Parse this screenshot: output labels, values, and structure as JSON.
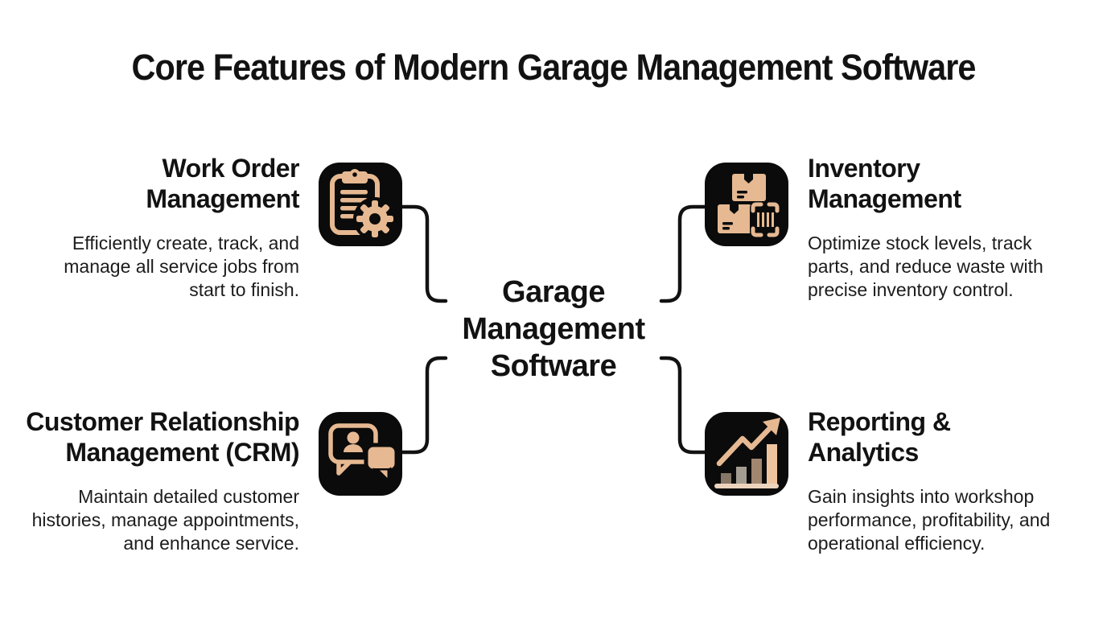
{
  "page": {
    "title": "Core Features of Modern Garage Management Software"
  },
  "center_node": {
    "label": "Garage\nManagement\nSoftware"
  },
  "features": [
    {
      "position": "top-left",
      "title": "Work Order\nManagement",
      "description": "Efficiently create, track, and manage all service jobs from start to finish.",
      "icon": "clipboard-gear-icon"
    },
    {
      "position": "top-right",
      "title": "Inventory\nManagement",
      "description": "Optimize stock levels, track parts, and reduce waste with precise inventory control.",
      "icon": "boxes-barcode-icon"
    },
    {
      "position": "bottom-left",
      "title": "Customer Relationship\nManagement (CRM)",
      "description": "Maintain detailed customer histories, manage appointments, and enhance service.",
      "icon": "chat-bubbles-icon"
    },
    {
      "position": "bottom-right",
      "title": "Reporting &\nAnalytics",
      "description": "Gain insights into workshop performance, profitability, and operational efficiency.",
      "icon": "bar-chart-arrow-icon"
    }
  ],
  "colors": {
    "background": "#ffffff",
    "ink": "#121212",
    "text": "#1c1c1c",
    "connector": "#121212",
    "icon-bg": "#0b0b0b",
    "tan": "#e6b992",
    "tan-light": "#ecd3bd",
    "bar-1": "#857668",
    "bar-2": "#a39c90",
    "bar-3": "#a18670",
    "bar-4": "#eec49e"
  }
}
